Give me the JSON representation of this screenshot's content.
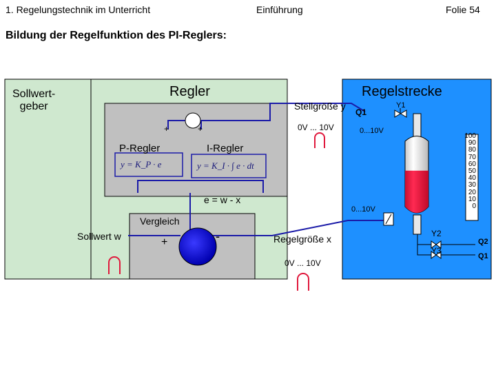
{
  "header": {
    "course": "1. Regelungstechnik im Unterricht",
    "section": "Einführung",
    "slide": "Folie 54"
  },
  "title": "Bildung der Regelfunktion des PI-Reglers:",
  "blocks": {
    "sollwertgeber": "Sollwert-\ngeber",
    "regler": "Regler",
    "regelstrecke": "Regelstrecke",
    "p_regler": "P-Regler",
    "i_regler": "I-Regler",
    "vergleich": "Vergleich",
    "sollwert": "Sollwert w"
  },
  "formulas": {
    "p": "y = K_P · e",
    "i": "y = K_I · ∫ e · dt",
    "error": "e = w - x"
  },
  "signals": {
    "stellgroesse": "Stellgröße y",
    "stell_range": "0V ... 10V",
    "regelgroesse": "Regelgröße x",
    "regel_range": "0V ... 10V",
    "valve_range": "0...10V",
    "sensor_range": "0...10V",
    "plus": "+",
    "minus": "-"
  },
  "plant": {
    "q1_top": "Q1",
    "y1": "Y1",
    "y2": "Y2",
    "y3": "Y3",
    "q2": "Q2",
    "q1_out": "Q1",
    "scale": [
      "100",
      "90",
      "80",
      "70",
      "60",
      "50",
      "40",
      "30",
      "20",
      "10",
      "0"
    ],
    "fill_level_percent": 55
  },
  "colors": {
    "outer_block": "#cfe8cf",
    "inner_block": "#c0c0c0",
    "plant_bg": "#1e90ff",
    "summing_node": "#0000cc",
    "liquid": "#e8123c",
    "signal_line": "#1a1aa8"
  }
}
